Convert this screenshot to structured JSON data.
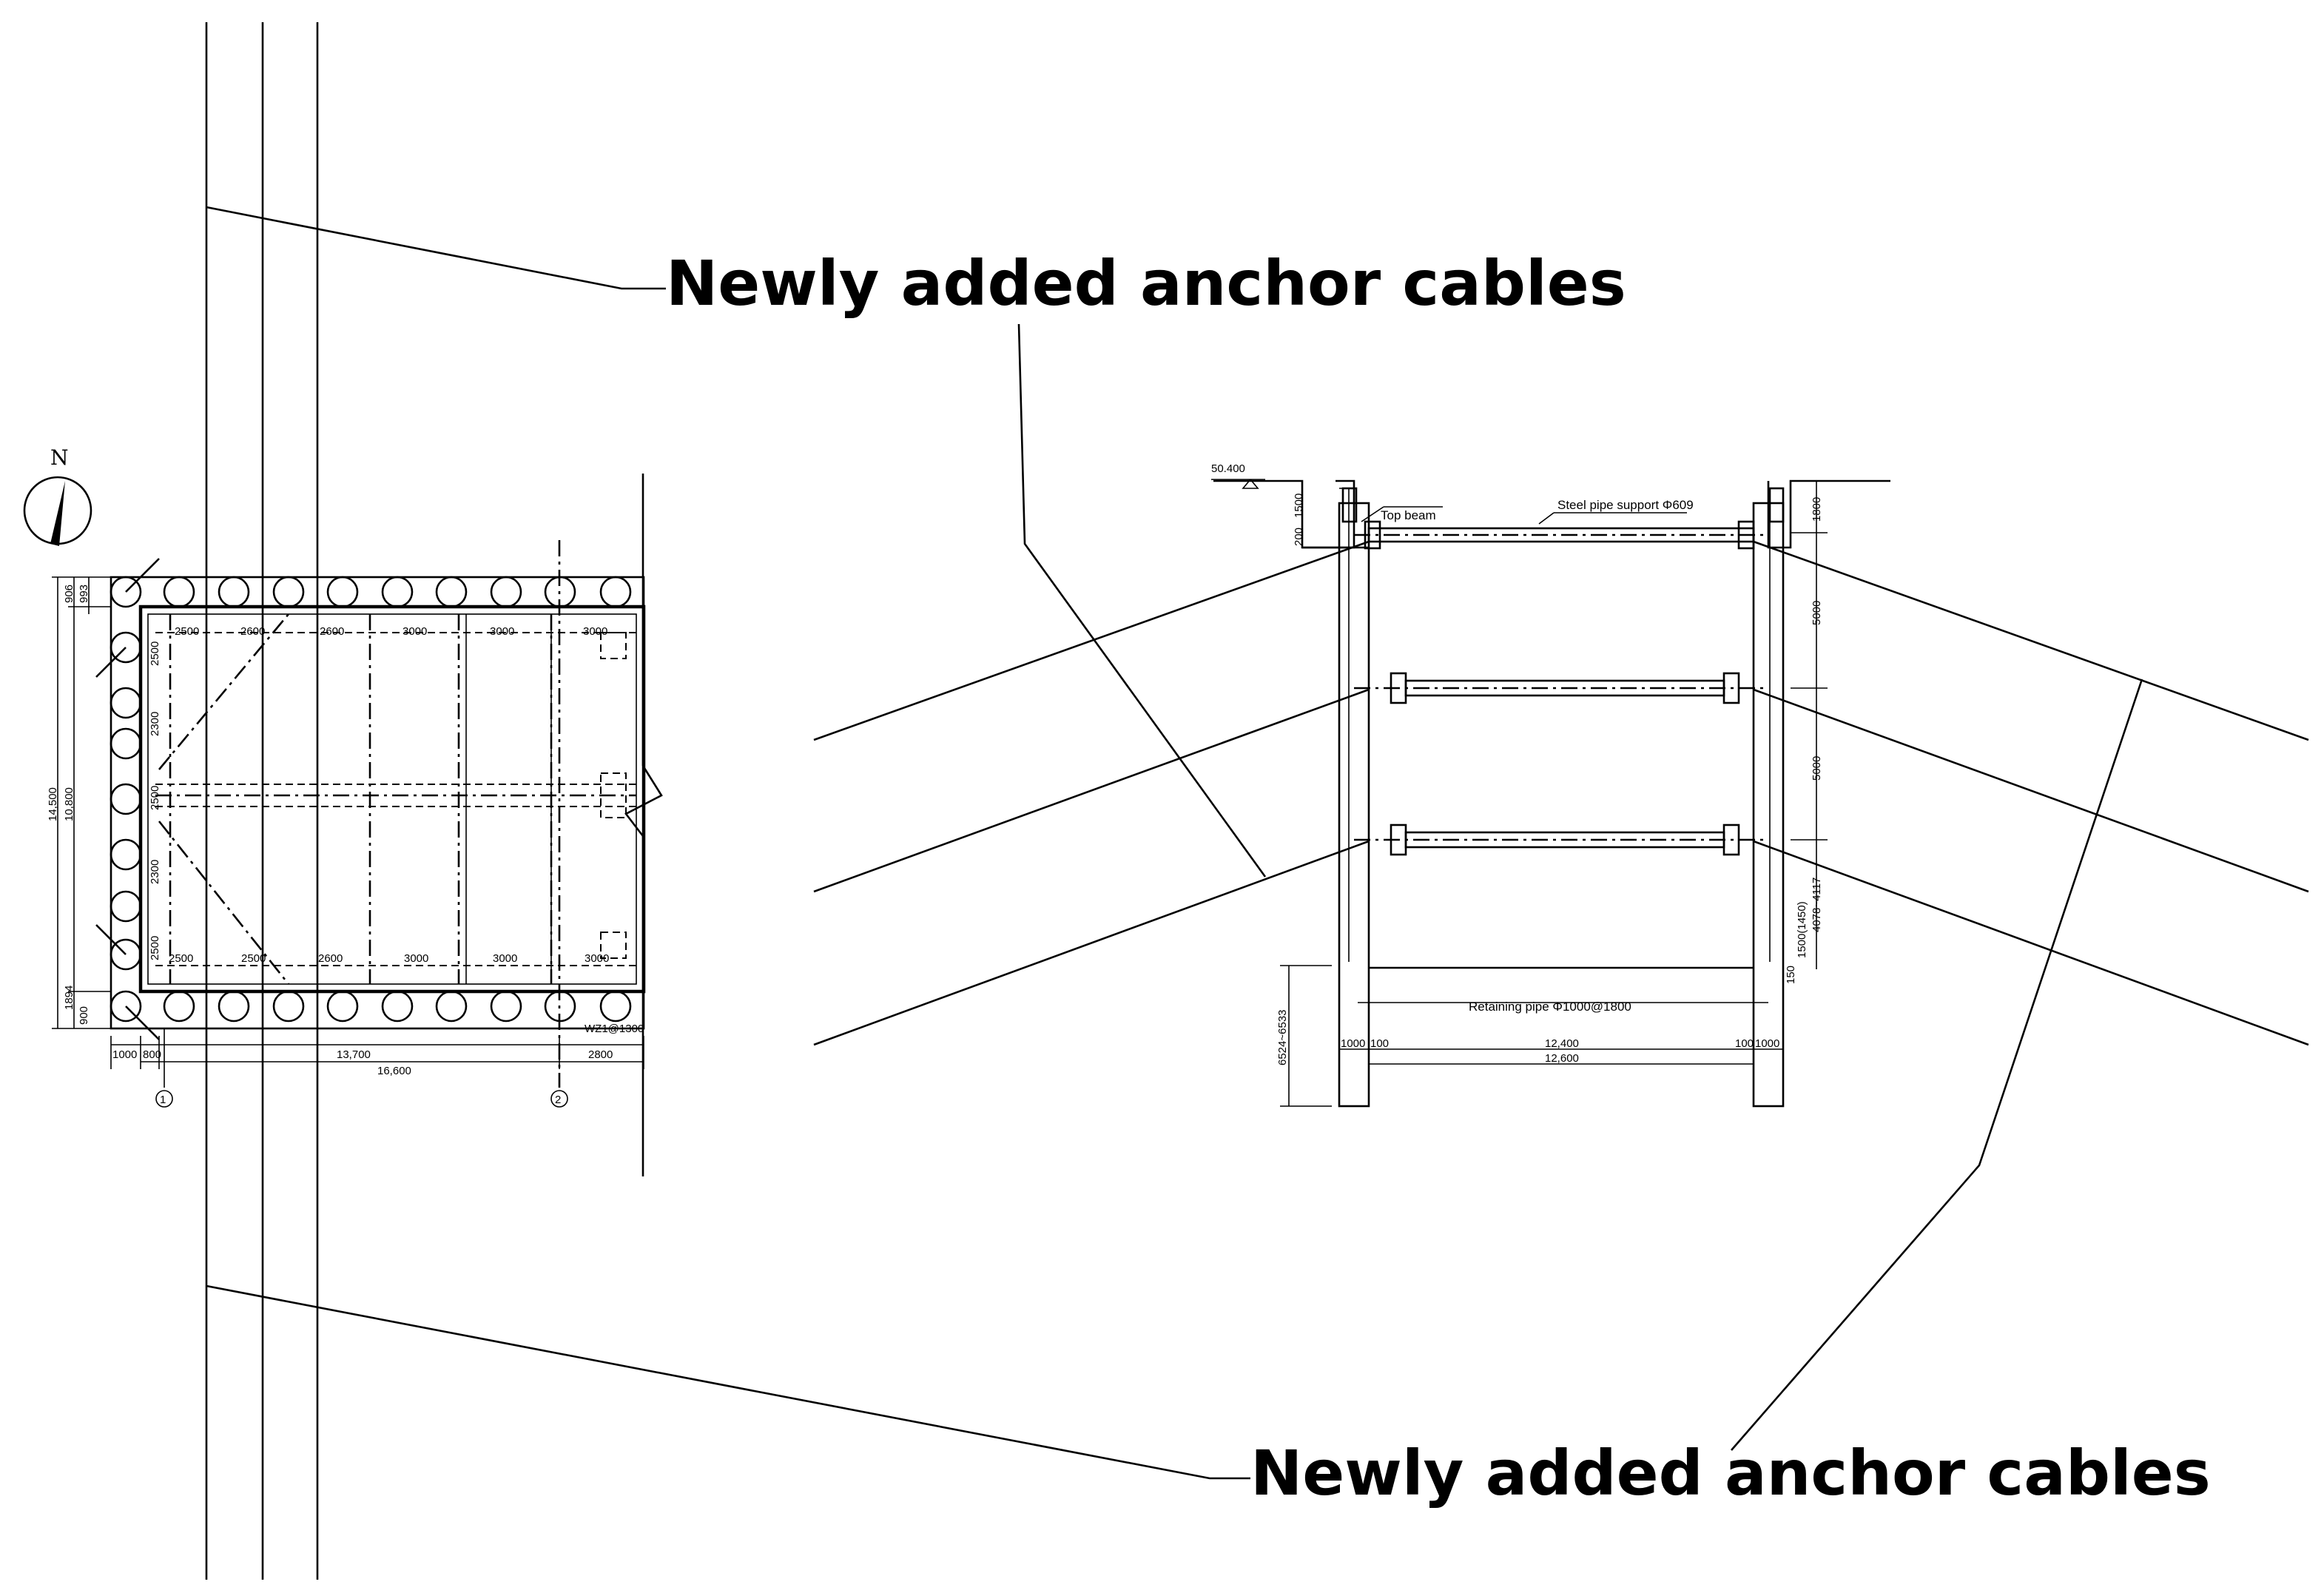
{
  "callouts": {
    "top": "Newly added anchor cables",
    "bottom": "Newly added anchor cables"
  },
  "plan": {
    "north_label": "N",
    "dim_overall_height": "14,500",
    "dim_inner_height": "10,800",
    "dim_top_left_a": "906",
    "dim_top_left_b": "993",
    "dim_bottom_left_a": "1894",
    "dim_bottom_left_b": "900",
    "top_spans": [
      "2500",
      "2600",
      "2600",
      "3000",
      "3000",
      "3000"
    ],
    "bottom_spans": [
      "2500",
      "2500",
      "2600",
      "3000",
      "3000",
      "3000"
    ],
    "left_spans": [
      "2500",
      "2300",
      "2500",
      "2300",
      "2500"
    ],
    "bottom_dims": [
      "1000",
      "800",
      "13,700",
      "2800"
    ],
    "overall_width": "16,600",
    "pile_note": "WZ1@1300",
    "axis_labels": [
      "1",
      "2"
    ]
  },
  "section": {
    "elevation": "50.400",
    "top_beam_label": "Top beam",
    "steel_pipe_label": "Steel pipe support Φ609",
    "retaining_pipe_label": "Retaining pipe Φ1000@1800",
    "left_dims": [
      "1500",
      "200",
      "6524~6533"
    ],
    "right_dims": [
      "1800",
      "5000",
      "5000",
      "4078~4117",
      "1500(1450)",
      "150"
    ],
    "bottom_dims": [
      "1000",
      "100",
      "12,400",
      "100",
      "1000",
      "12,600"
    ]
  }
}
